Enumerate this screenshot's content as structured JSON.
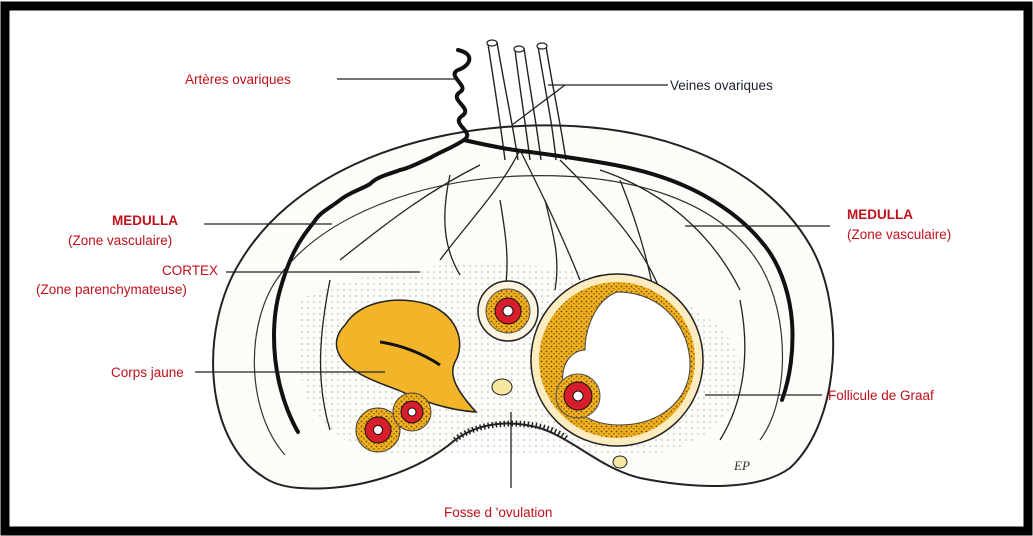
{
  "labels": {
    "arteres": "Artères ovariques",
    "veines": "Veines  ovariques",
    "medulla_left_title": "MEDULLA",
    "medulla_left_sub": "(Zone vasculaire)",
    "medulla_right_title": "MEDULLA",
    "medulla_right_sub": "(Zone vasculaire)",
    "cortex_title": "CORTEX",
    "cortex_sub": "(Zone parenchymateuse)",
    "corps_jaune": "Corps jaune",
    "follicule": "Follicule de Graaf",
    "fosse": "Fosse d 'ovulation",
    "signature": "EP"
  },
  "colors": {
    "label_red": "#c0101a",
    "label_dark": "#1a2030",
    "outline": "#111111",
    "corpus_luteum": "#f2b428",
    "follicle_ring": "#e8a820",
    "oocyte_red": "#d81e2a",
    "stroma": "#fbfbf6"
  }
}
